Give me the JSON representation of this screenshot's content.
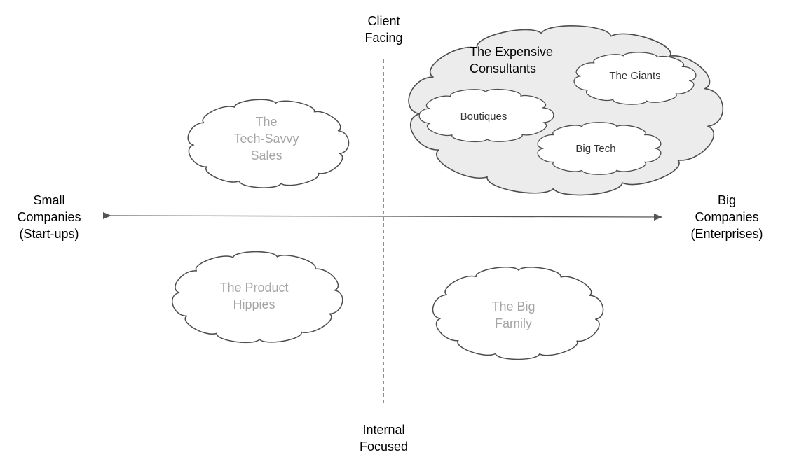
{
  "axes": {
    "top": [
      "Client",
      "Facing"
    ],
    "bottom": [
      "Internal",
      "Focused"
    ],
    "left": [
      "Small",
      "Companies",
      "(Start-ups)"
    ],
    "right": [
      "Big",
      "Companies",
      "(Enterprises)"
    ]
  },
  "clouds": {
    "tech_savvy": [
      "The",
      "Tech-Savvy",
      "Sales"
    ],
    "product_hippies": [
      "The Product",
      "Hippies"
    ],
    "big_family": [
      "The Big",
      "Family"
    ],
    "expensive_consultants": [
      "The Expensive",
      "Consultants"
    ],
    "giants": [
      "The Giants"
    ],
    "boutiques": [
      "Boutiques"
    ],
    "big_tech": [
      "Big Tech"
    ]
  },
  "colors": {
    "cloud_stroke": "#4d4d4d",
    "expensive_fill": "#ececec",
    "inner_fill": "#ffffff",
    "grey_text": "#a6a6a6",
    "axis": "#555555"
  }
}
